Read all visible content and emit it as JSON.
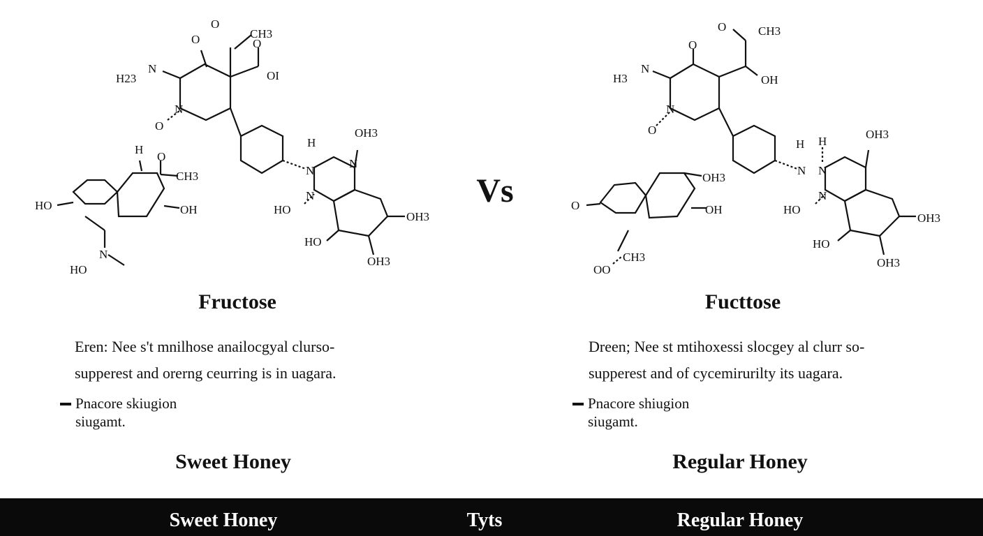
{
  "center": {
    "vs_label": "Vs"
  },
  "left": {
    "molecule_name": "Fructose",
    "description_line1": "Eren: Nee s't mnilhose anailocgyal clursо-",
    "description_line2": "supperest and orerng ceurring is in uagara.",
    "bullet_line1": "Pnacore skiugion",
    "bullet_line2": "siugamt.",
    "product_name": "Sweet Honey",
    "atoms": {
      "o_top": "O",
      "o_top2": "O",
      "ch3_top": "CH3",
      "o_ketone": "O",
      "o_acid": "O",
      "oi": "OI",
      "h2n": "H23",
      "n_ring": "N",
      "n_ring2": "N",
      "o_minus": "O",
      "h_top": "H",
      "o_mid": "O",
      "ch3_mid": "CH3",
      "ho_left": "HO",
      "oh_mid": "OH",
      "n_low": "N",
      "ho_low": "HO",
      "h_link": "H",
      "n_link": "N",
      "n_het": "N",
      "oh3_top": "OH3",
      "n_het2": "N",
      "ho_het": "HO",
      "oh3_right": "OH3",
      "ho_bottom": "HO",
      "oh3_bottom": "OH3"
    }
  },
  "right": {
    "molecule_name": "Fucttose",
    "description_line1": "Dreen; Nee st mtihoxessi slocgey al clurr so-",
    "description_line2": "supperest and of cycemirurilty its uagara.",
    "bullet_line1": "Pnacore  shiugion",
    "bullet_line2": "siugamt.",
    "product_name": "Regular Honey",
    "atoms": {
      "o_top": "O",
      "ch3_top": "CH3",
      "o_ketone": "O",
      "oh_acid": "OH",
      "h3n": "H3",
      "n_ring": "N",
      "n_ring2": "N",
      "o_minus": "O",
      "oh3_mid": "OH3",
      "o_left": "O",
      "oh_mid": "OH",
      "oo": "OO",
      "ch3_low": "CH3",
      "h_link1": "H",
      "h_link2": "H",
      "n_link": "N",
      "n_het": "N",
      "oh3_top": "OH3",
      "n_het2": "N",
      "ho_het": "HO",
      "oh3_right": "OH3",
      "ho_bottom": "HO",
      "oh3_bottom": "OH3"
    }
  },
  "footer": {
    "left_label": "Sweet Honey",
    "center_label": "Tyts",
    "right_label": "Regular Honey"
  }
}
